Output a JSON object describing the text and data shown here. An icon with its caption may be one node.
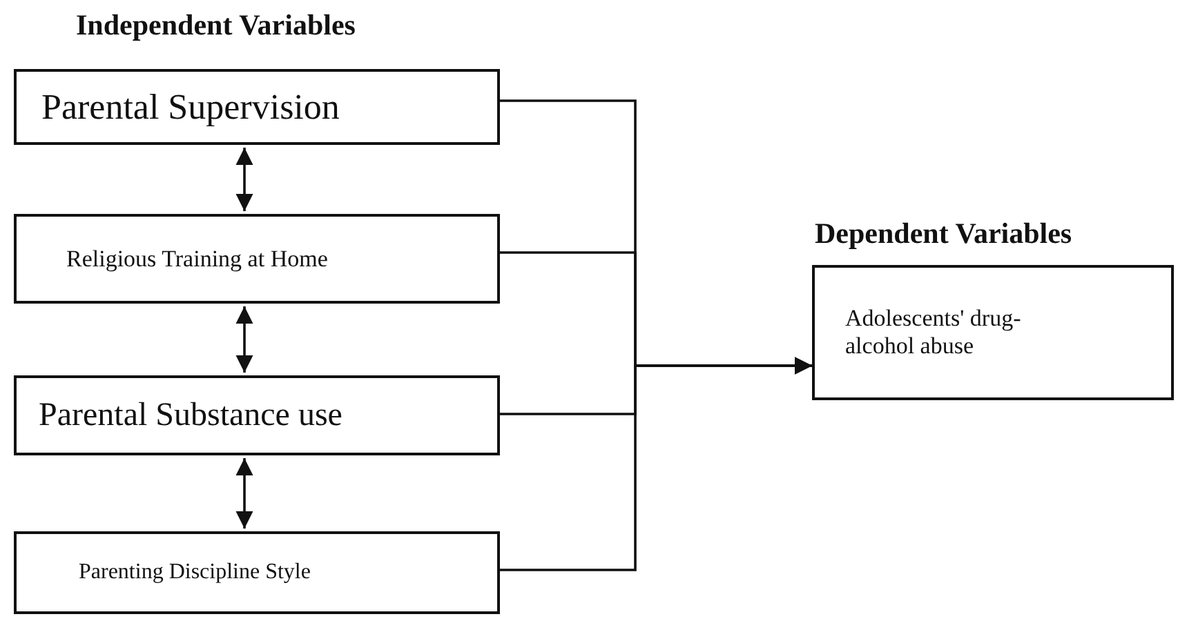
{
  "diagram": {
    "nodes": [
      {
        "text": [
          "Parental Supervision"
        ]
      },
      {
        "text": [
          "Religious Training at Home"
        ]
      },
      {
        "text": [
          "Parental Substance use"
        ]
      },
      {
        "text": [
          "Parenting Discipline Style"
        ]
      },
      {
        "text": [
          "Adolescents' drug-alcohol abuse"
        ]
      }
    ],
    "edges": [
      {
        "from": 0,
        "to": 1,
        "arrow": "both"
      },
      {
        "from": 1,
        "to": 2,
        "arrow": "both"
      },
      {
        "from": 2,
        "to": 3,
        "arrow": "both"
      },
      {
        "from": 0,
        "to": 4,
        "arrow": "to"
      },
      {
        "from": 1,
        "to": 4,
        "arrow": "to"
      },
      {
        "from": 2,
        "to": 4,
        "arrow": "to"
      },
      {
        "from": 3,
        "to": 4,
        "arrow": "to"
      }
    ],
    "labels": [
      "Independent Variables",
      "Dependent Variables"
    ]
  }
}
